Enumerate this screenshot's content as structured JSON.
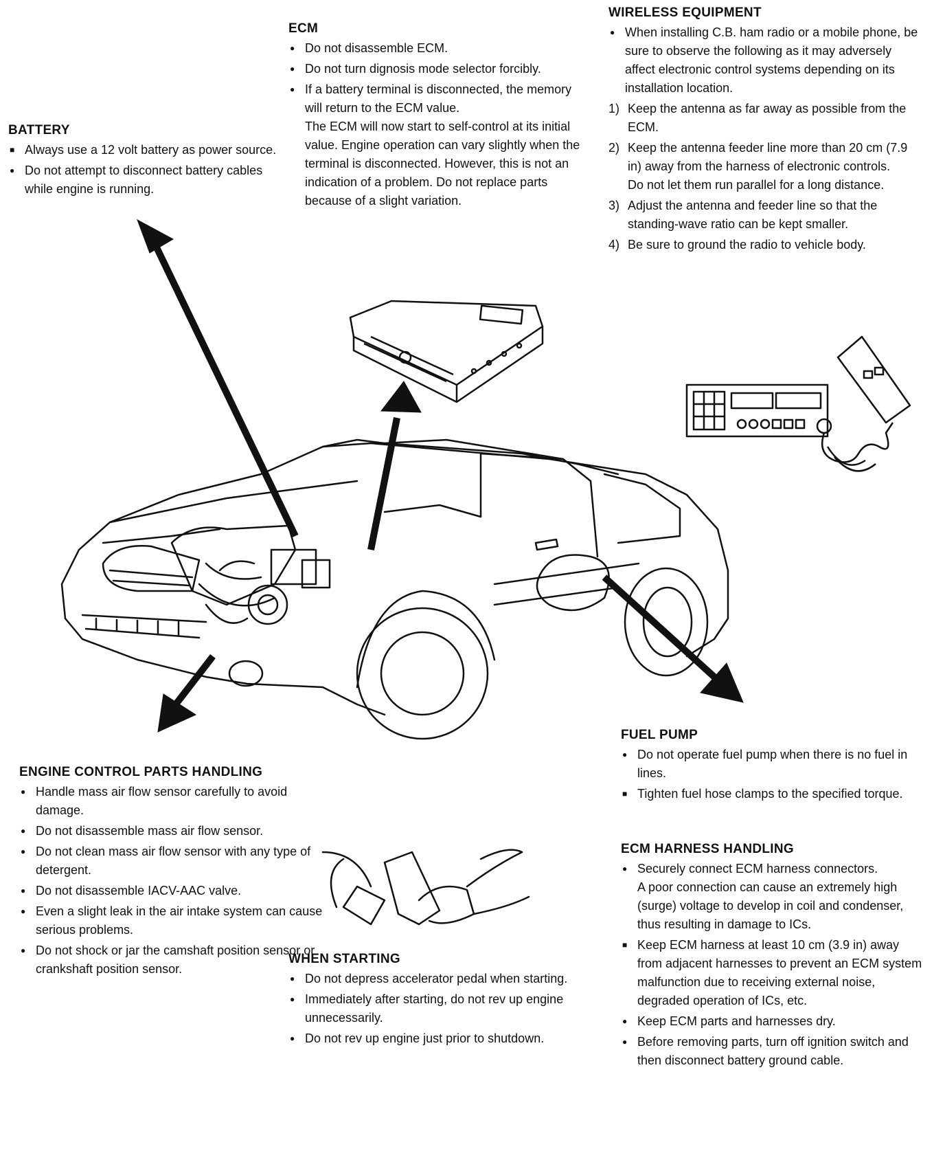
{
  "ecm": {
    "heading": "ECM",
    "items": [
      "Do not disassemble ECM.",
      "Do not turn dignosis mode selector forcibly.",
      "If a battery terminal is disconnected, the memory will return to the ECM value."
    ],
    "note": "The ECM will now start to self-control at its initial value. Engine operation can vary slightly when the terminal is disconnected. However, this is not an indication of a problem. Do not replace parts because of a slight variation."
  },
  "battery": {
    "heading": "BATTERY",
    "items": [
      "Always use a 12 volt battery as power source.",
      "Do not attempt to disconnect battery cables while engine is running."
    ]
  },
  "wireless": {
    "heading": "WIRELESS EQUIPMENT",
    "intro": "When installing C.B. ham radio or a mobile phone, be sure to observe the following as it may adversely affect electronic control systems depending on its installation location.",
    "steps": [
      {
        "n": "1)",
        "text": "Keep the antenna as far away as possible from the ECM."
      },
      {
        "n": "2)",
        "text": "Keep the antenna feeder line more than 20 cm (7.9 in) away from the harness of electronic controls.",
        "note": "Do not let them run parallel for a long distance."
      },
      {
        "n": "3)",
        "text": "Adjust the antenna and feeder line so that the standing-wave ratio can be kept smaller."
      },
      {
        "n": "4)",
        "text": "Be sure to ground the radio to vehicle body."
      }
    ]
  },
  "fuel_pump": {
    "heading": "FUEL PUMP",
    "items": [
      "Do not operate fuel pump when there is no fuel in lines.",
      "Tighten fuel hose clamps to the specified torque."
    ]
  },
  "engine_parts": {
    "heading": "ENGINE CONTROL PARTS HANDLING",
    "items": [
      "Handle mass air flow sensor carefully to avoid damage.",
      "Do not disassemble mass air flow sensor.",
      "Do not clean mass air flow sensor with any type of detergent.",
      "Do not disassemble IACV-AAC valve.",
      "Even a slight leak in the air intake system can cause serious problems.",
      "Do not shock or jar the camshaft position sensor or crankshaft position sensor."
    ]
  },
  "starting": {
    "heading": "WHEN STARTING",
    "items": [
      "Do not depress accelerator pedal when starting.",
      "Immediately after starting, do not rev up engine unnecessarily.",
      "Do not rev up engine just prior to shutdown."
    ]
  },
  "harness": {
    "heading": "ECM HARNESS HANDLING",
    "items": [
      {
        "text": "Securely connect ECM harness connectors.",
        "note": "A poor connection can cause an extremely high (surge) voltage to develop in coil and condenser, thus resulting in damage to ICs."
      },
      {
        "text": "Keep ECM harness at least 10 cm (3.9 in) away from adjacent harnesses to prevent an ECM system malfunction due to receiving external noise, degraded operation of ICs, etc."
      },
      {
        "text": "Keep ECM parts and harnesses dry."
      },
      {
        "text": "Before removing parts, turn off ignition switch and then disconnect battery ground cable."
      }
    ]
  }
}
